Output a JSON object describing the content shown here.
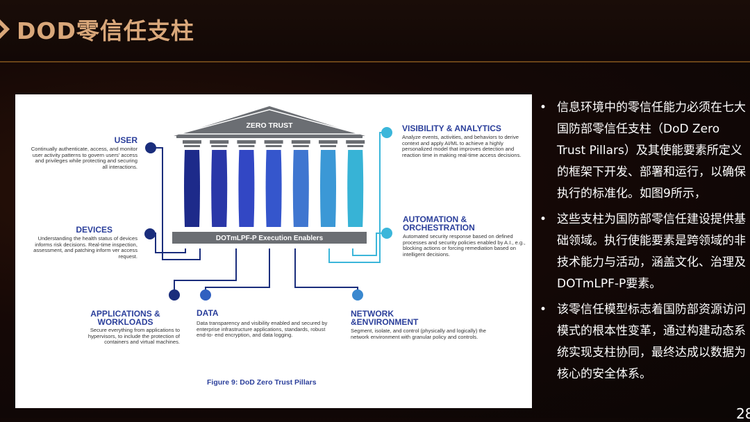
{
  "slide": {
    "title": "DOD零信任支柱",
    "page_number": "28"
  },
  "figure": {
    "roof_label": "ZERO TRUST",
    "base_label": "DOTmLPF-P Execution Enablers",
    "caption": "Figure 9: DoD Zero Trust Pillars",
    "pillar_colors": [
      "#1d2a8a",
      "#2a37a8",
      "#3247c4",
      "#3556cc",
      "#3f76d0",
      "#3b98d6",
      "#37b3d6"
    ],
    "pillars": {
      "user": {
        "title": "USER",
        "body": "Continually authenticate, access, and monitor user activity patterns to govern users' access and privileges while protecting and securing all interactions."
      },
      "devices": {
        "title": "DEVICES",
        "body": "Understanding the health status of devices informs risk decisions. Real-time inspection, assessment, and patching inform ver access request."
      },
      "applications": {
        "title_line1": "APPLICATIONS &",
        "title_line2": "WORKLOADS",
        "body": "Secure everything from applications to hypervisors, to include the protection of containers and virtual machines."
      },
      "data": {
        "title": "DATA",
        "body": "Data transparency and visibility enabled and secured by enterprise infrastructure applications, standards, robust end-to- end encryption, and data logging."
      },
      "network": {
        "title_line1": "NETWORK",
        "title_line2": "&ENVIRONMENT",
        "body": "Segment, isolate, and control (physically and logically) the network environment with granular policy and controls."
      },
      "automation": {
        "title_line1": "AUTOMATION &",
        "title_line2": "ORCHESTRATION",
        "body": "Automated security response based on defined processes and security policies enabled by A.I., e.g., blocking actions or forcing remediation based on intelligent decisions."
      },
      "visibility": {
        "title": "VISIBILITY & ANALYTICS",
        "body": "Analyze events, activities, and behaviors to derive context and apply AI/ML to achieve a highly personalized model that improves detection and reaction time in making real-time access decisions."
      }
    }
  },
  "bullets": [
    "信息环境中的零信任能力必须在七大国防部零信任支柱（DoD Zero Trust Pillars）及其使能要素所定义的框架下开发、部署和运行，以确保执行的标准化。如图9所示，",
    "这些支柱为国防部零信任建设提供基础领域。执行使能要素是跨领域的非技术能力与活动，涵盖文化、治理及DOTmLPF-P要素。",
    "该零信任模型标志着国防部资源访问模式的根本性变革，通过构建动态系统实现支柱协同，最终达成以数据为核心的安全体系。"
  ],
  "bullet_symbol": "•",
  "colors": {
    "title": "#d9a77a",
    "accent_blue": "#2b3f9b",
    "dark_blue": "#1a2d7c",
    "cyan": "#3bb6da"
  }
}
